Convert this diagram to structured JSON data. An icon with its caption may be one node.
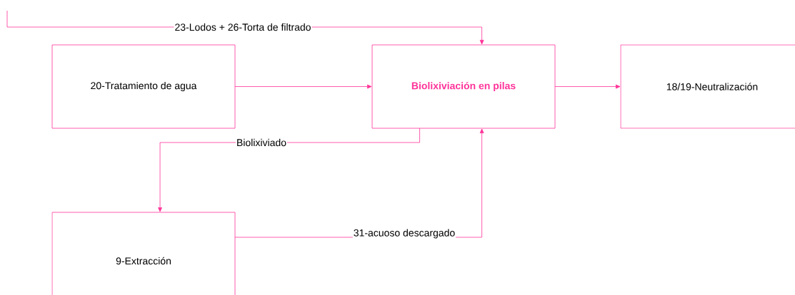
{
  "diagram": {
    "nodes": [
      {
        "text": [
          "20-Tratamiento de agua"
        ]
      },
      {
        "text": [
          "Biolixiviación en pilas"
        ]
      },
      {
        "text": [
          "18/19-Neutralización"
        ]
      },
      {
        "text": [
          "9-Extracción"
        ]
      }
    ],
    "edges": [
      {
        "from": null,
        "to": 1,
        "arrow": "to",
        "label": "23-Lodos + 26-Torta de filtrado"
      },
      {
        "from": 0,
        "to": 1,
        "arrow": "to"
      },
      {
        "from": 1,
        "to": 2,
        "arrow": "to"
      },
      {
        "from": 1,
        "to": 3,
        "arrow": "to",
        "label": "Biolixiviado"
      },
      {
        "from": 3,
        "to": 1,
        "arrow": "to",
        "label": "31-acuoso descargado"
      }
    ]
  }
}
